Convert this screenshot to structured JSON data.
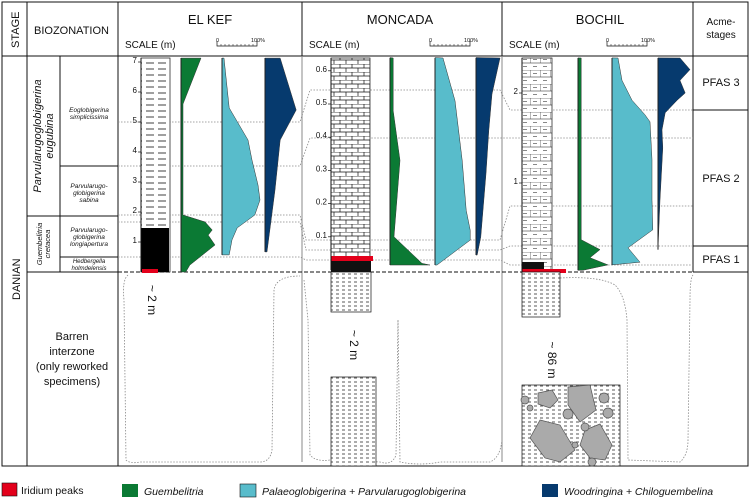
{
  "header": {
    "stage": "STAGE",
    "biozonation": "BIOZONATION",
    "acme": [
      "Acme-",
      "stages"
    ],
    "scale_label": "SCALE (m)",
    "pct_zero": "0",
    "pct_full": "100%"
  },
  "stage_name": "DANIAN",
  "zones": {
    "eugubina": [
      "Parvularugoglobigerina",
      "eugubina"
    ],
    "cretacea": [
      "Guembelitria",
      "cretacea"
    ],
    "simplicissima": [
      "Eoglobigerina",
      "simplicissima"
    ],
    "sabina": [
      "Parvularugo-",
      "globigerina",
      "sabina"
    ],
    "longiapertura": [
      "Parvularugo-",
      "globigerina",
      "longiapertura"
    ],
    "holmdelensis": [
      "Hedbergella",
      "holmdelensis"
    ],
    "barren": [
      "Barren",
      "interzone",
      "(only reworked",
      "specimens)"
    ]
  },
  "acme_stages": [
    "PFAS 3",
    "PFAS 2",
    "PFAS 1"
  ],
  "sections": [
    {
      "name": "EL KEF",
      "ticks": [
        "1",
        "2",
        "3",
        "4",
        "5",
        "6",
        "7"
      ],
      "gap_label": "~ 2 m",
      "guembelitria": [
        [
          7.13,
          50
        ],
        [
          5.6,
          5
        ],
        [
          1.9,
          5
        ],
        [
          1.67,
          60
        ],
        [
          1.4,
          78
        ],
        [
          1.23,
          68
        ],
        [
          0.9,
          85
        ],
        [
          0.23,
          22
        ],
        [
          0,
          12
        ]
      ],
      "palaeoglobigerina": [
        [
          7.13,
          5
        ],
        [
          5.47,
          18
        ],
        [
          4.4,
          65
        ],
        [
          3.73,
          75
        ],
        [
          2.9,
          90
        ],
        [
          2.4,
          95
        ],
        [
          1.9,
          82
        ],
        [
          1.47,
          38
        ],
        [
          1.07,
          25
        ],
        [
          0.57,
          18
        ]
      ],
      "woodringina": [
        [
          7.13,
          38
        ],
        [
          5.4,
          78
        ],
        [
          4.4,
          38
        ],
        [
          2.73,
          25
        ],
        [
          0.67,
          5
        ]
      ]
    },
    {
      "name": "MONCADA",
      "ticks": [
        "0.1",
        "0.2",
        "0.3",
        "0.4",
        "0.5",
        "0.6"
      ],
      "gap_label": "~ 2 m",
      "guembelitria": [
        [
          0.64,
          8
        ],
        [
          0.48,
          8
        ],
        [
          0.33,
          25
        ],
        [
          0.1,
          10
        ],
        [
          0.06,
          45
        ],
        [
          0.02,
          80
        ],
        [
          0.015,
          100
        ]
      ],
      "palaeoglobigerina": [
        [
          0.64,
          20
        ],
        [
          0.51,
          50
        ],
        [
          0.33,
          68
        ],
        [
          0.18,
          78
        ],
        [
          0.12,
          88
        ],
        [
          0.09,
          88
        ],
        [
          0.015,
          5
        ]
      ],
      "woodringina": [
        [
          0.64,
          60
        ],
        [
          0.53,
          40
        ],
        [
          0.42,
          32
        ],
        [
          0.29,
          25
        ],
        [
          0.1,
          12
        ],
        [
          0.045,
          3
        ]
      ]
    },
    {
      "name": "BOCHIL",
      "ticks": [
        "1",
        "2"
      ],
      "gap_label": "~ 86 m",
      "guembelitria": [
        [
          2.39,
          8
        ],
        [
          0.37,
          8
        ],
        [
          0.26,
          55
        ],
        [
          0.17,
          30
        ],
        [
          0.09,
          75
        ],
        [
          0.03,
          12
        ]
      ],
      "palaeoglobigerina": [
        [
          2.39,
          15
        ],
        [
          2.14,
          25
        ],
        [
          1.92,
          50
        ],
        [
          1.76,
          82
        ],
        [
          1.68,
          95
        ],
        [
          1.26,
          100
        ],
        [
          0.81,
          100
        ],
        [
          0.48,
          102
        ],
        [
          0.28,
          40
        ],
        [
          0.12,
          70
        ],
        [
          0.09,
          0
        ]
      ],
      "woodringina": [
        [
          2.39,
          55
        ],
        [
          2.26,
          80
        ],
        [
          2.14,
          55
        ],
        [
          2.0,
          68
        ],
        [
          1.92,
          48
        ],
        [
          1.78,
          18
        ],
        [
          1.59,
          10
        ],
        [
          1.39,
          12
        ],
        [
          0.81,
          5
        ],
        [
          0.26,
          0
        ]
      ]
    }
  ],
  "legend": [
    {
      "label": "Iridium peaks",
      "color": "#e3001b"
    },
    {
      "label": "Guembelitria",
      "color": "#0b7a34"
    },
    {
      "label": "Palaeoglobigerina + Parvularugoglobigerina",
      "color": "#58bccb"
    },
    {
      "label": "Woodringina + Chiloguembelina",
      "color": "#063a6e"
    }
  ]
}
